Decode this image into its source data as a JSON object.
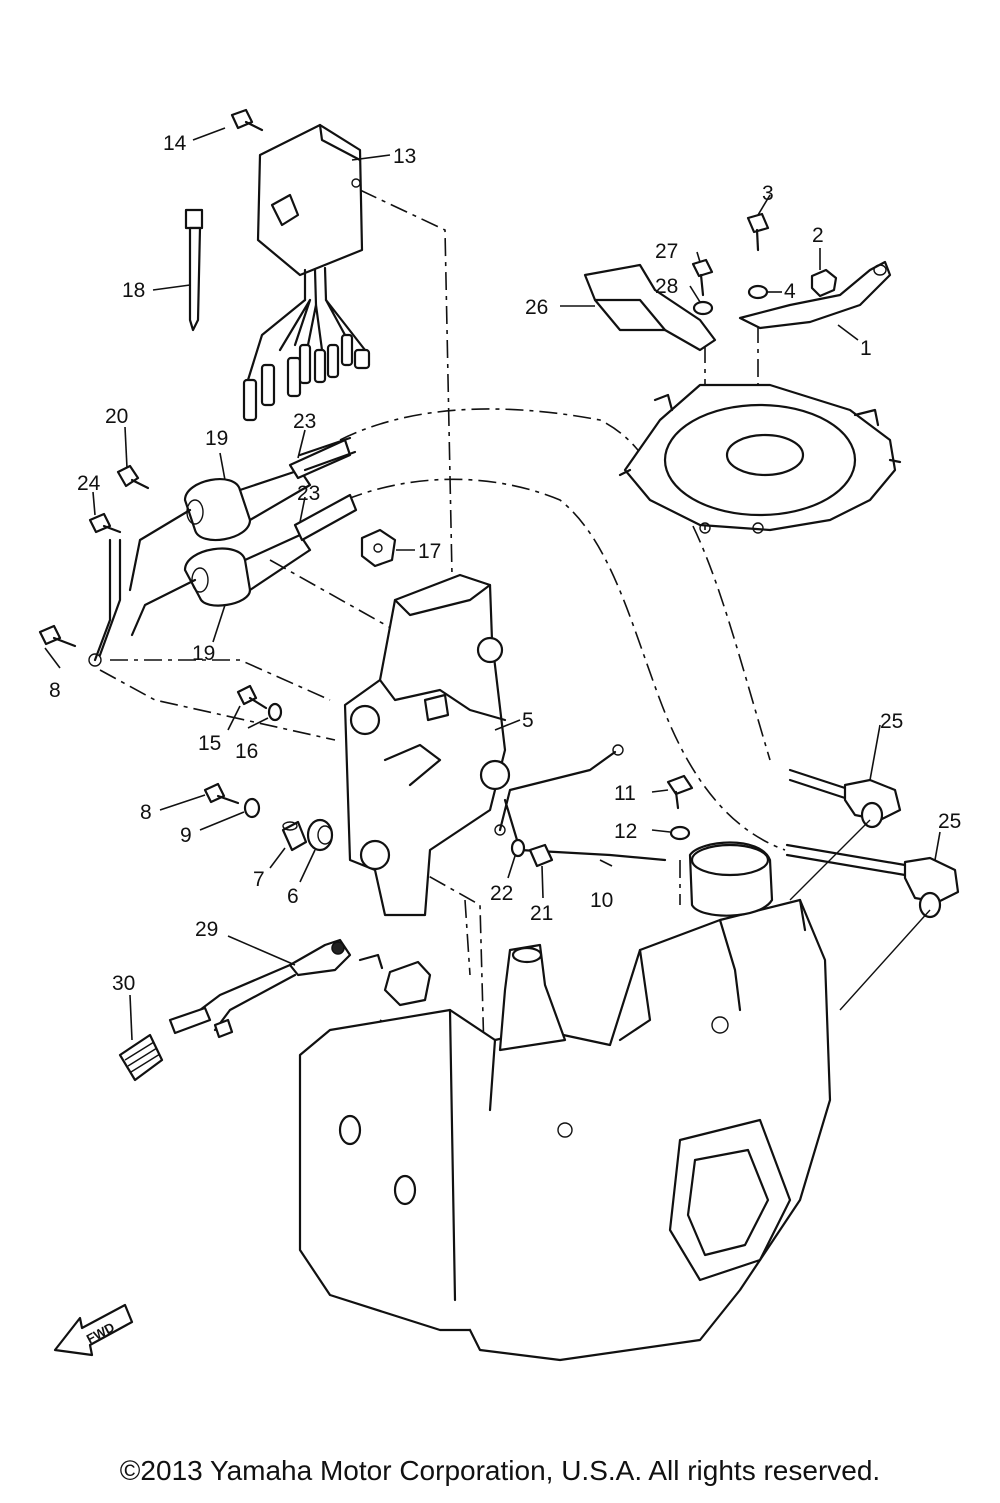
{
  "copyright": "©2013 Yamaha Motor Corporation, U.S.A. All rights reserved.",
  "fwd_label": "FWD",
  "callouts": [
    {
      "id": "c1",
      "text": "1"
    },
    {
      "id": "c2",
      "text": "2"
    },
    {
      "id": "c3",
      "text": "3"
    },
    {
      "id": "c4",
      "text": "4"
    },
    {
      "id": "c5",
      "text": "5"
    },
    {
      "id": "c6",
      "text": "6"
    },
    {
      "id": "c7",
      "text": "7"
    },
    {
      "id": "c8a",
      "text": "8"
    },
    {
      "id": "c8b",
      "text": "8"
    },
    {
      "id": "c9",
      "text": "9"
    },
    {
      "id": "c10",
      "text": "10"
    },
    {
      "id": "c11",
      "text": "11"
    },
    {
      "id": "c12",
      "text": "12"
    },
    {
      "id": "c13",
      "text": "13"
    },
    {
      "id": "c14",
      "text": "14"
    },
    {
      "id": "c15",
      "text": "15"
    },
    {
      "id": "c16",
      "text": "16"
    },
    {
      "id": "c17",
      "text": "17"
    },
    {
      "id": "c18",
      "text": "18"
    },
    {
      "id": "c19a",
      "text": "19"
    },
    {
      "id": "c19b",
      "text": "19"
    },
    {
      "id": "c20",
      "text": "20"
    },
    {
      "id": "c21",
      "text": "21"
    },
    {
      "id": "c22",
      "text": "22"
    },
    {
      "id": "c23a",
      "text": "23"
    },
    {
      "id": "c23b",
      "text": "23"
    },
    {
      "id": "c24",
      "text": "24"
    },
    {
      "id": "c25a",
      "text": "25"
    },
    {
      "id": "c25b",
      "text": "25"
    },
    {
      "id": "c26",
      "text": "26"
    },
    {
      "id": "c27",
      "text": "27"
    },
    {
      "id": "c28",
      "text": "28"
    },
    {
      "id": "c29",
      "text": "29"
    },
    {
      "id": "c30",
      "text": "30"
    }
  ]
}
